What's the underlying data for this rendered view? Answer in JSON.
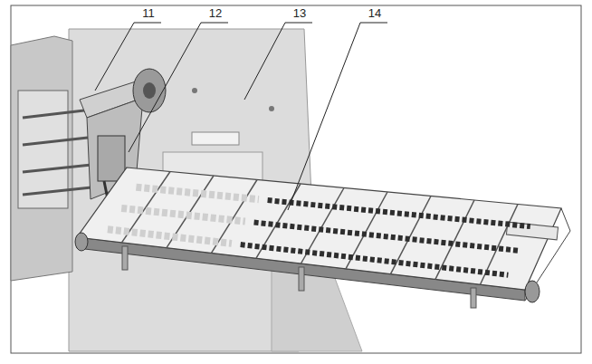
{
  "diagram": {
    "labels": [
      "11",
      "12",
      "13",
      "14"
    ]
  }
}
